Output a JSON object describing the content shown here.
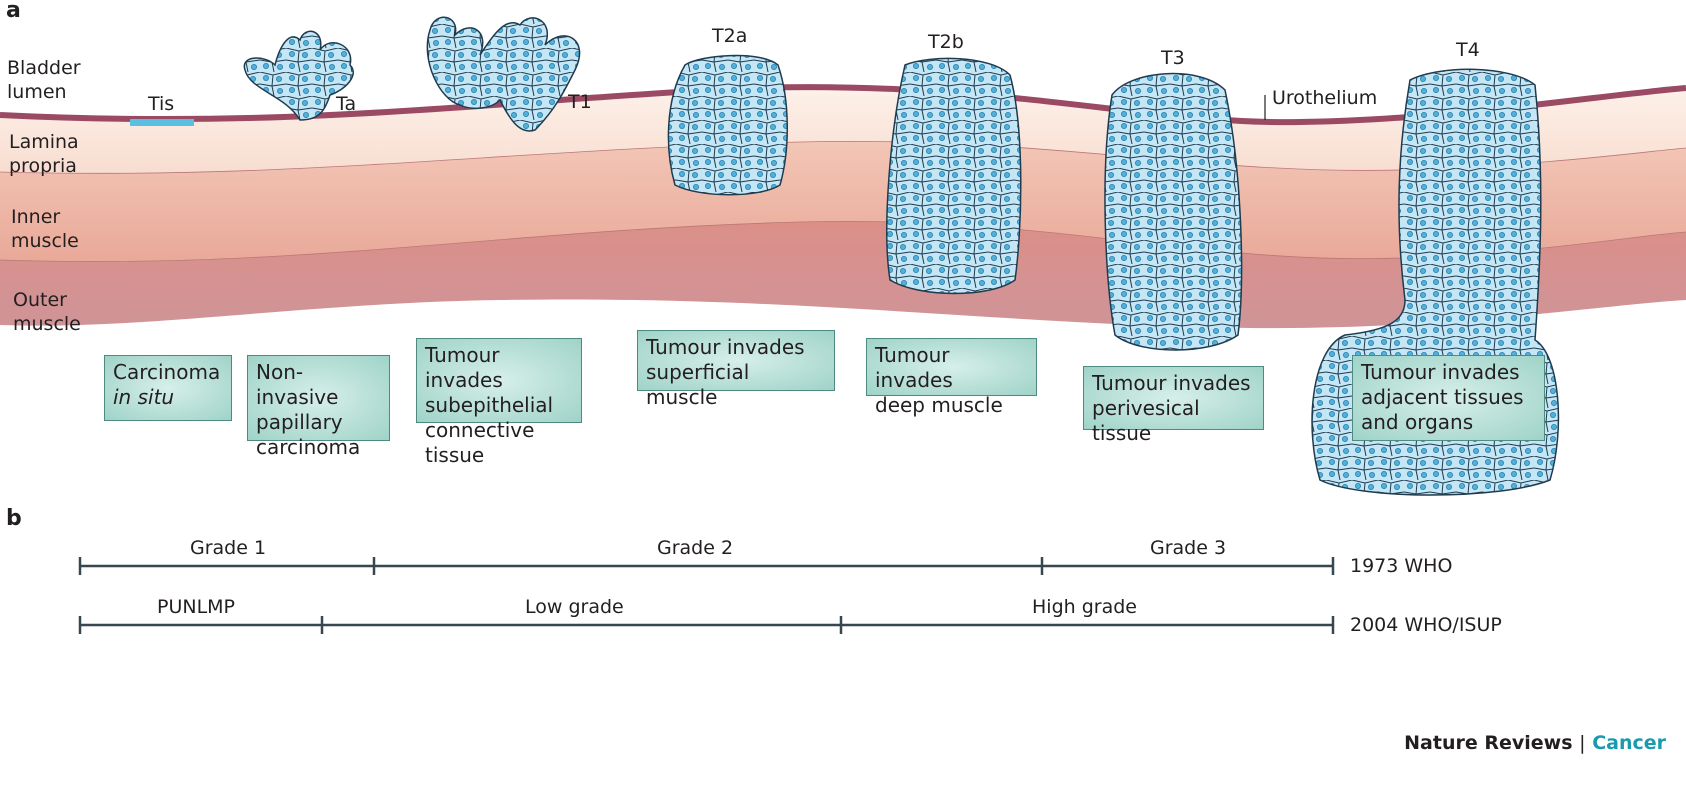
{
  "panel_a": {
    "label": "a",
    "layers": [
      "Bladder lumen",
      "Lamina propria",
      "Inner muscle",
      "Outer muscle"
    ],
    "layer_lines": [
      [
        "Bladder",
        "lumen"
      ],
      [
        "Lamina",
        "propria"
      ],
      [
        "Inner",
        "muscle"
      ],
      [
        "Outer",
        "muscle"
      ]
    ],
    "urothelium_label": "Urothelium",
    "stages": [
      {
        "stage": "Tis",
        "desc_lines": [
          "Carcinoma",
          "in situ"
        ]
      },
      {
        "stage": "Ta",
        "desc_lines": [
          "Non-invasive",
          "papillary",
          "carcinoma"
        ]
      },
      {
        "stage": "T1",
        "desc_lines": [
          "Tumour invades",
          "subepithelial",
          "connective tissue"
        ]
      },
      {
        "stage": "T2a",
        "desc_lines": [
          "Tumour invades",
          "superficial muscle"
        ]
      },
      {
        "stage": "T2b",
        "desc_lines": [
          "Tumour invades",
          "deep muscle"
        ]
      },
      {
        "stage": "T3",
        "desc_lines": [
          "Tumour invades",
          "perivesical tissue"
        ]
      },
      {
        "stage": "T4",
        "desc_lines": [
          "Tumour invades",
          "adjacent tissues",
          "and organs"
        ]
      }
    ],
    "colors": {
      "urothelium": "#9b4a63",
      "tis": "#5bbfe0",
      "lamina": "#fbe9df",
      "inner": "#efb9a9",
      "outer": "#d98f8c",
      "cells": "#bfe3f3",
      "box": "#a8d8cd"
    }
  },
  "panel_b": {
    "label": "b",
    "scales": [
      {
        "name": "1973 WHO",
        "grades": [
          "Grade 1",
          "Grade 2",
          "Grade 3"
        ]
      },
      {
        "name": "2004 WHO/ISUP",
        "grades": [
          "PUNLMP",
          "Low grade",
          "High grade"
        ]
      }
    ]
  },
  "footer": {
    "journal": "Nature Reviews",
    "separator": "|",
    "section": "Cancer"
  }
}
